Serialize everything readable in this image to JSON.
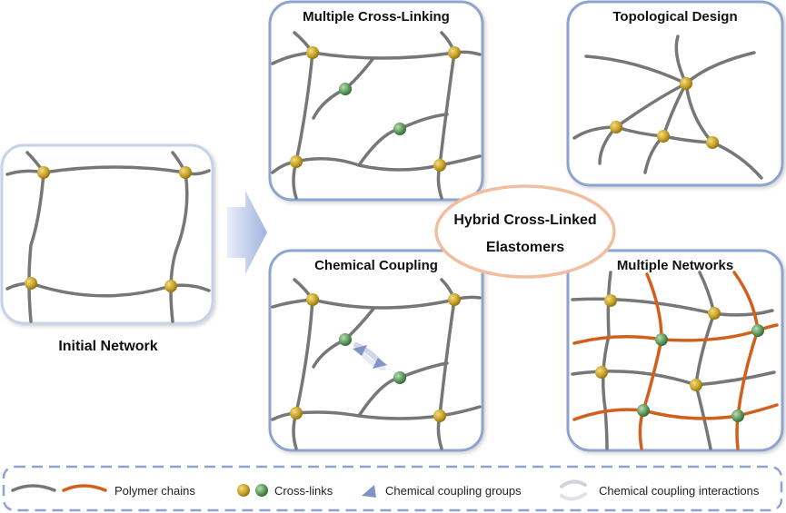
{
  "panels": {
    "initial_network": "Initial Network",
    "multiple_cross_linking": "Multiple Cross-Linking",
    "topological_design": "Topological Design",
    "chemical_coupling": "Chemical Coupling",
    "multiple_networks": "Multiple Networks"
  },
  "center": {
    "line1": "Hybrid Cross-Linked",
    "line2": "Elastomers"
  },
  "legend": {
    "polymer_chains": "Polymer chains",
    "cross_links": "Cross-links",
    "coupling_groups": "Chemical coupling groups",
    "coupling_interactions": "Chemical coupling interactions"
  },
  "colors": {
    "panel_border": "#8ea4cf",
    "panel_border_light": "#c5d2ea",
    "chain_gray": "#777777",
    "chain_orange": "#d2601c",
    "node_gold": "#c9a227",
    "node_green": "#5c9a5c",
    "ellipse_border": "#f2bea0",
    "arrow_blue": "#b8c9ea"
  }
}
